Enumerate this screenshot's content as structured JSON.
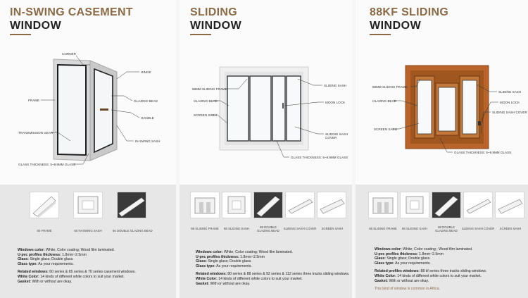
{
  "columns": [
    {
      "title_top": "IN-SWING CASEMENT",
      "title_bottom": "WINDOW",
      "labels": {
        "corner": "CORNER",
        "hinge": "HINGE",
        "frame": "FRAME",
        "glazing_bead": "GLAZING BEAD",
        "handle": "HANDLE",
        "transmission_gear": "TRANSMISSION GEAR",
        "sash": "IN-SWING SASH",
        "glass": "GLASS THICKNESS: 5~9.9MM GLASS"
      },
      "profiles": [
        "60 FRAME",
        "60 IN-SWING SASH",
        "60 DOUBLE GLAZING BEAD"
      ],
      "specs": {
        "color_label": "Windows color:",
        "color_value": "White; Color coating; Wood film laminated.",
        "thickness_label": "U-pvc profiles thickness:",
        "thickness_value": "1.8mm~2.5mm",
        "glass_label": "Glass:",
        "glass_value": "Single glass; Double glass.",
        "glasstype_label": "Glass type:",
        "glasstype_value": "As your requirements.",
        "related_label": "Related windows:",
        "related_value": "60 series & 65 series & 70 series casement windows.",
        "white_label": "White Color:",
        "white_value": "14 kinds of different white colors to suit your market.",
        "gasket_label": "Gasket:",
        "gasket_value": "With or without are okay."
      }
    },
    {
      "title_top": "SLIDING",
      "title_bottom": "WINDOW",
      "labels": {
        "frame": "88MM SLIDING FRAME",
        "sliding_sash": "SLIDING SASH",
        "glazing_bead": "GLAZING BEAD",
        "moon_lock": "MOON LOCK",
        "screen_sash": "SCREEN SASH",
        "cover": "SLIDING SASH COVER",
        "glass": "GLASS THICKNESS: 5~9.9MM GLASS"
      },
      "profiles": [
        "88 SLIDING FRAME",
        "88 SLIDING SASH",
        "88 DOUBLE GLAZING BEAD",
        "SLIDING SASH COVER",
        "SCREEN SASH"
      ],
      "specs": {
        "color_label": "Windows color:",
        "color_value": "White; Color coating; Wood film laminated.",
        "thickness_label": "U-pvc profiles thickness:",
        "thickness_value": "1.8mm~2.5mm",
        "glass_label": "Glass:",
        "glass_value": "Single glass; Double glass.",
        "glasstype_label": "Glass type:",
        "glasstype_value": "As your requirements.",
        "related_label": "Related windows:",
        "related_value": "80 series & 88 series & 92 series & 112 series three tracks sliding windows.",
        "white_label": "White Color:",
        "white_value": "14 kinds of different white colors to suit your market.",
        "gasket_label": "Gasket:",
        "gasket_value": "With or without are okay."
      }
    },
    {
      "title_top": "88KF SLIDING",
      "title_bottom": "WINDOW",
      "labels": {
        "frame": "88MM SLIDING FRAME",
        "sliding_sash": "SLIDING SASH",
        "glazing_bead": "GLAZING BEAD",
        "moon_lock": "MOON LOCK",
        "screen_sash": "SCREEN SASH",
        "cover": "SLIDING SASH COVER",
        "glass": "GLASS THICKNESS: 5~9.9MM GLASS"
      },
      "profiles": [
        "88 SLIDING FRAME",
        "88 SLIDING SASH",
        "88 DOUBLE GLAZING BEAD",
        "SLIDING SASH COVER",
        "SCREEN SASH"
      ],
      "specs": {
        "color_label": "Windows color:",
        "color_value": "White; Color coating ; Wood film laminated.",
        "thickness_label": "U-pvc profiles thickness:",
        "thickness_value": "1.8mm~2.5mm",
        "glass_label": "Glass:",
        "glass_value": "Single glass; Double glass.",
        "glasstype_label": "Glass type:",
        "glasstype_value": "As your requirements.",
        "related_label": "Related profiles windows:",
        "related_value": "88 kf series three tracks sliding windows.",
        "white_label": "White Color:",
        "white_value": "14 kinds of different white colors to suit your market.",
        "gasket_label": "Gasket:",
        "gasket_value": "With or without are okay.",
        "note": "This kind of window is common in Africa."
      }
    }
  ],
  "colors": {
    "accent": "#8b6a45",
    "wood": "#b8642a"
  }
}
